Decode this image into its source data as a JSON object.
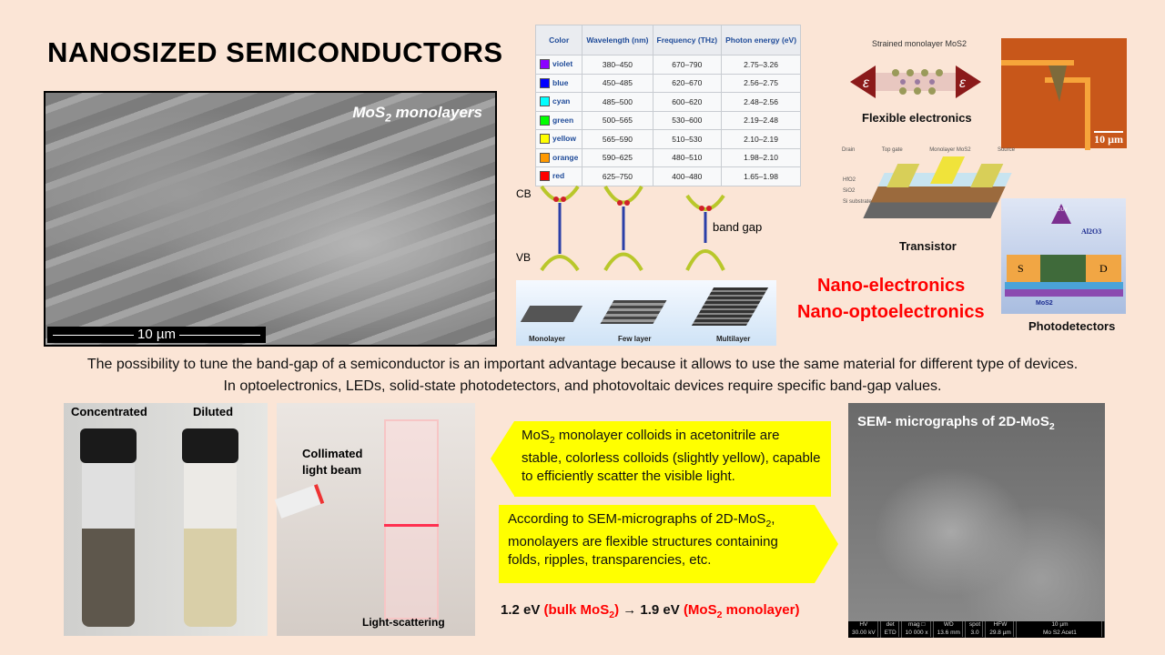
{
  "title": "NANOSIZED SEMICONDUCTORS",
  "sem_top": {
    "label": "MoS",
    "label_sub": "2",
    "label_tail": " monolayers",
    "scale": "10 µm"
  },
  "table": {
    "headers": [
      "Color",
      "Wavelength (nm)",
      "Frequency (THz)",
      "Photon energy (eV)"
    ],
    "rows": [
      {
        "color": "violet",
        "hex": "#8b00ff",
        "wl": "380–450",
        "f": "670–790",
        "e": "2.75–3.26"
      },
      {
        "color": "blue",
        "hex": "#0000ff",
        "wl": "450–485",
        "f": "620–670",
        "e": "2.56–2.75"
      },
      {
        "color": "cyan",
        "hex": "#00ffff",
        "wl": "485–500",
        "f": "600–620",
        "e": "2.48–2.56"
      },
      {
        "color": "green",
        "hex": "#00ff00",
        "wl": "500–565",
        "f": "530–600",
        "e": "2.19–2.48"
      },
      {
        "color": "yellow",
        "hex": "#ffff00",
        "wl": "565–590",
        "f": "510–530",
        "e": "2.10–2.19"
      },
      {
        "color": "orange",
        "hex": "#ff9900",
        "wl": "590–625",
        "f": "480–510",
        "e": "1.98–2.10"
      },
      {
        "color": "red",
        "hex": "#ff0000",
        "wl": "625–750",
        "f": "400–480",
        "e": "1.65–1.98"
      }
    ]
  },
  "bands": {
    "cb": "CB",
    "vb": "VB",
    "gap": "band gap"
  },
  "layers": [
    "Monolayer",
    "Few layer",
    "Multilayer"
  ],
  "flex": {
    "caption": "Strained monolayer MoS2",
    "epsilon": "ε",
    "label": "Flexible electronics"
  },
  "orange_scale": "10 µm",
  "transistor": {
    "label": "Transistor",
    "parts": [
      "Drain",
      "Top gate",
      "Monolayer MoS2",
      "Source",
      "HfO2",
      "SiO2",
      "Si substrate"
    ]
  },
  "photodetector": {
    "label": "Photodetectors",
    "duv": "DUV",
    "al": "Al2O3",
    "s": "S",
    "d": "D",
    "mos2": "MoS2"
  },
  "red_lines": [
    "Nano-electronics",
    "Nano-optoelectronics"
  ],
  "paragraph": [
    "The possibility to tune the band-gap of a semiconductor is an important advantage because it allows to use the same material for different type of devices.",
    "In optoelectronics, LEDs, solid-state photodetectors, and photovoltaic devices require specific band-gap values."
  ],
  "vials": {
    "left": "Concentrated",
    "right": "Diluted"
  },
  "cuvette": {
    "beam": "Collimated light beam",
    "scatter": "Light-scattering"
  },
  "callout1": {
    "a": "MoS",
    "sub": "2",
    "b": " monolayer colloids in acetonitrile are stable, colorless colloids (slightly yellow), capable to efficiently scatter the visible light."
  },
  "callout2": {
    "a": "According to SEM-micrographs of 2D-MoS",
    "sub": "2",
    "b": ", monolayers are flexible structures containing folds, ripples, transparencies, etc."
  },
  "equation": {
    "a": "1.2 eV ",
    "b": "(bulk MoS",
    "sub": "2",
    "c": ")",
    "arrow": " → 1.9 eV ",
    "d": "(MoS",
    "sub2": "2",
    "e": " monolayer)"
  },
  "sem_bottom": {
    "label": "SEM- micrographs of 2D-MoS",
    "sub": "2",
    "info": [
      [
        "HV",
        "30.00 kV"
      ],
      [
        "det",
        "ETD"
      ],
      [
        "mag □",
        "10 000 x"
      ],
      [
        "WD",
        "13.6 mm"
      ],
      [
        "spot",
        "3.0"
      ],
      [
        "HFW",
        "29.8 µm"
      ],
      [
        "10 µm",
        "Mo S2 Acet1"
      ]
    ]
  }
}
